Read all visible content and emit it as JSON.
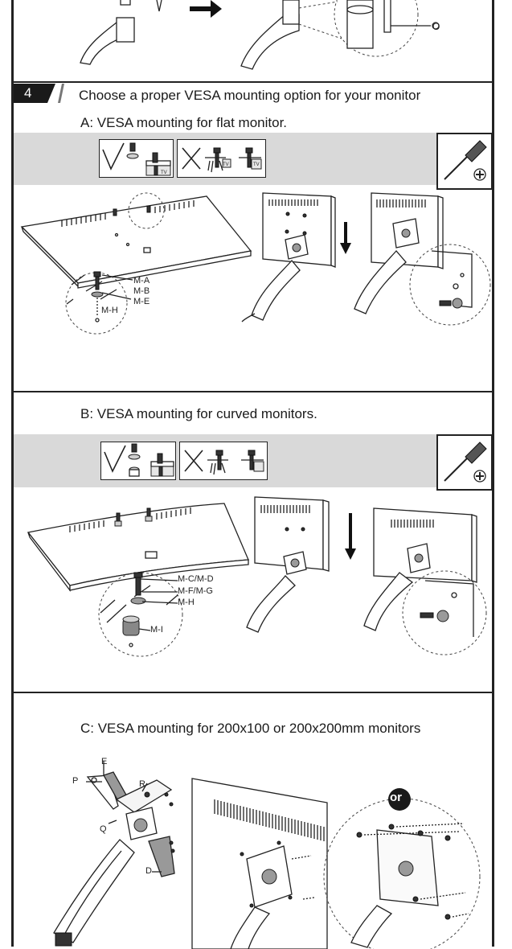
{
  "step": {
    "number": "4",
    "title": "Choose a proper VESA mounting option for your monitor"
  },
  "sections": {
    "a": {
      "heading": "A: VESA mounting for flat monitor.",
      "parts": [
        "M-A",
        "M-B",
        "M-E",
        "M-H"
      ],
      "tv_label": "TV"
    },
    "b": {
      "heading": "B: VESA mounting for curved monitors.",
      "parts": [
        "M-C/M-D",
        "M-F/M-G",
        "M-H",
        "M-I"
      ]
    },
    "c": {
      "heading": "C: VESA mounting for 200x100 or 200x200mm monitors",
      "parts": [
        "E",
        "P",
        "R",
        "Q",
        "D"
      ],
      "or_label": "or"
    }
  },
  "top_callout": "O",
  "colors": {
    "panel_grey": "#d9d9d9",
    "line": "#222222",
    "badge_dark": "#1a1a1a"
  },
  "icons": [
    "check-icon",
    "cross-icon",
    "screwdriver-icon",
    "phillips-head-icon",
    "arrow-right-icon",
    "arrow-down-icon"
  ]
}
